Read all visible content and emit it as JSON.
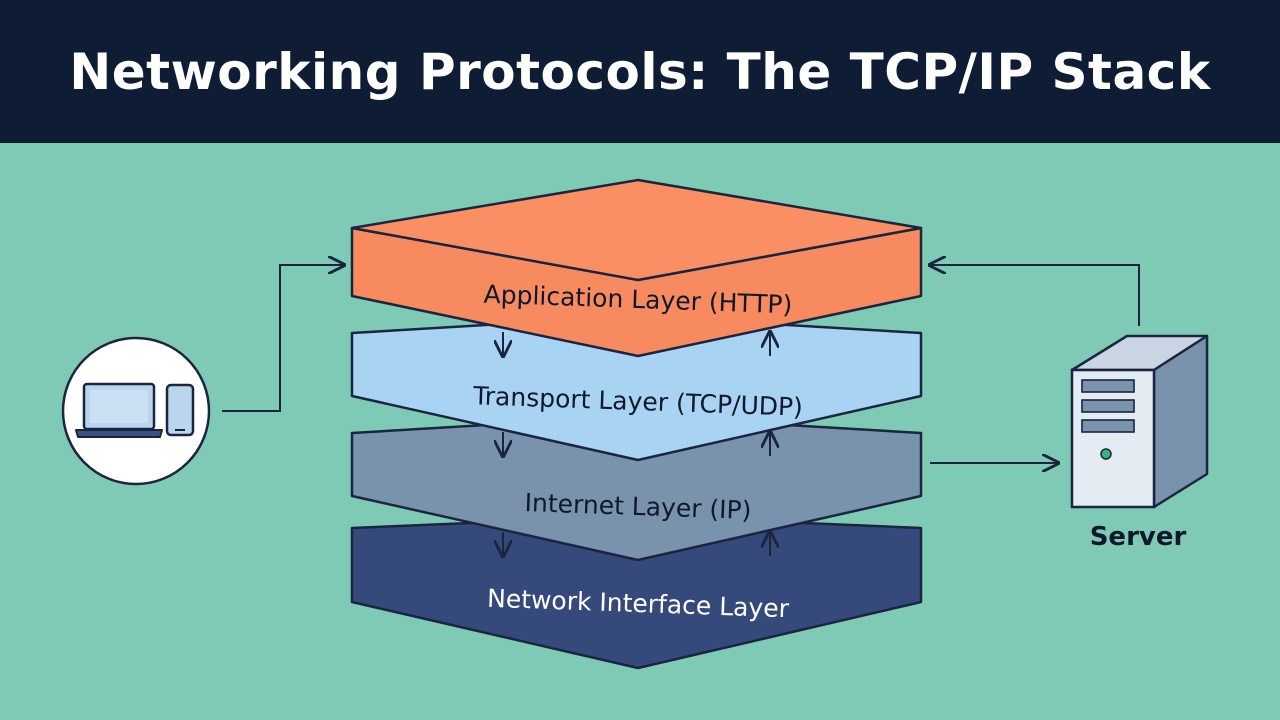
{
  "title": "Networking Protocols: The TCP/IP Stack",
  "layers": [
    {
      "label": "Application Layer (HTTP)",
      "fill": "#f78b5f",
      "top": "#f98f63",
      "text_color": "#10182c"
    },
    {
      "label": "Transport Layer (TCP/UDP)",
      "fill": "#a9d3f3",
      "top": "#c9e3f5",
      "text_color": "#10182c"
    },
    {
      "label": "Internet Layer (IP)",
      "fill": "#7a93ad",
      "top": "#8aa0b8",
      "text_color": "#10182c"
    },
    {
      "label": "Network Interface Layer",
      "fill": "#35497a",
      "top": "#3c5283",
      "text_color": "#ffffff"
    }
  ],
  "server": {
    "label": "Server"
  },
  "icons": {
    "client": "laptop-and-phone-icon",
    "server": "server-tower-icon"
  },
  "colors": {
    "background": "#7ecab5",
    "title_bar": "#0e1c34",
    "outline": "#1b2540"
  }
}
